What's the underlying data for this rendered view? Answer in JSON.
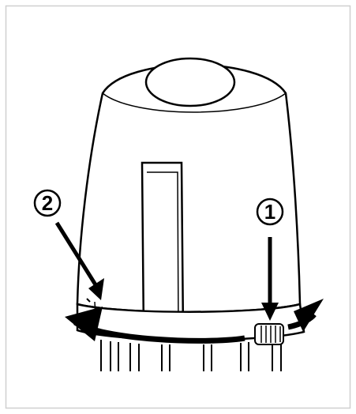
{
  "figure": {
    "callouts": [
      {
        "id": "callout-1",
        "label": "1"
      },
      {
        "id": "callout-2",
        "label": "2"
      }
    ],
    "colors": {
      "line": "#000000",
      "body_fill": "#ffffff",
      "shade": "#e6e6e6",
      "border": "#cfcfcf"
    }
  }
}
